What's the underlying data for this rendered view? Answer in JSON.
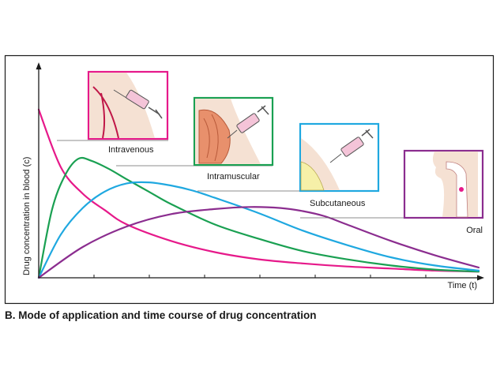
{
  "chart_data": {
    "type": "line",
    "title": "",
    "xlabel": "Time (t)",
    "ylabel": "Drug concentration in blood (c)",
    "xlim": [
      0,
      10
    ],
    "ylim": [
      0,
      10
    ],
    "series": [
      {
        "name": "Intravenous",
        "color": "#e6198a",
        "icon": "syringe-in-vein-icon",
        "x": [
          0,
          0.5,
          1,
          1.5,
          2,
          3,
          4,
          5,
          6,
          7,
          8,
          9,
          10
        ],
        "y": [
          8.2,
          5.4,
          4.1,
          3.3,
          2.6,
          1.8,
          1.25,
          0.9,
          0.7,
          0.55,
          0.45,
          0.35,
          0.3
        ]
      },
      {
        "name": "Intramuscular",
        "color": "#1aa052",
        "icon": "syringe-in-muscle-icon",
        "x": [
          0,
          0.3,
          0.6,
          0.9,
          1.2,
          1.6,
          2,
          2.5,
          3,
          4,
          5,
          6,
          7,
          8,
          9,
          10
        ],
        "y": [
          0,
          3.3,
          5.0,
          5.8,
          5.7,
          5.3,
          4.8,
          4.2,
          3.6,
          2.6,
          1.9,
          1.3,
          0.9,
          0.6,
          0.4,
          0.3
        ]
      },
      {
        "name": "Subcutaneous",
        "color": "#1fa8e0",
        "icon": "syringe-in-skin-icon",
        "x": [
          0,
          0.5,
          1,
          1.5,
          2,
          2.5,
          3,
          3.5,
          4,
          5,
          6,
          7,
          8,
          9,
          10
        ],
        "y": [
          0,
          2.1,
          3.4,
          4.2,
          4.6,
          4.65,
          4.5,
          4.25,
          3.9,
          3.15,
          2.3,
          1.6,
          1.0,
          0.6,
          0.35
        ]
      },
      {
        "name": "Oral",
        "color": "#8b2d8f",
        "icon": "mouth-and-throat-icon",
        "x": [
          0,
          1,
          2,
          3,
          4,
          4.8,
          5.5,
          6,
          6.5,
          7,
          8,
          9,
          10
        ],
        "y": [
          0,
          1.5,
          2.5,
          3.1,
          3.35,
          3.45,
          3.4,
          3.25,
          3.0,
          2.6,
          1.8,
          1.1,
          0.5
        ]
      }
    ],
    "grid": false,
    "legend": "labels beside pictures"
  },
  "caption": "B. Mode of application and time course of drug concentration"
}
